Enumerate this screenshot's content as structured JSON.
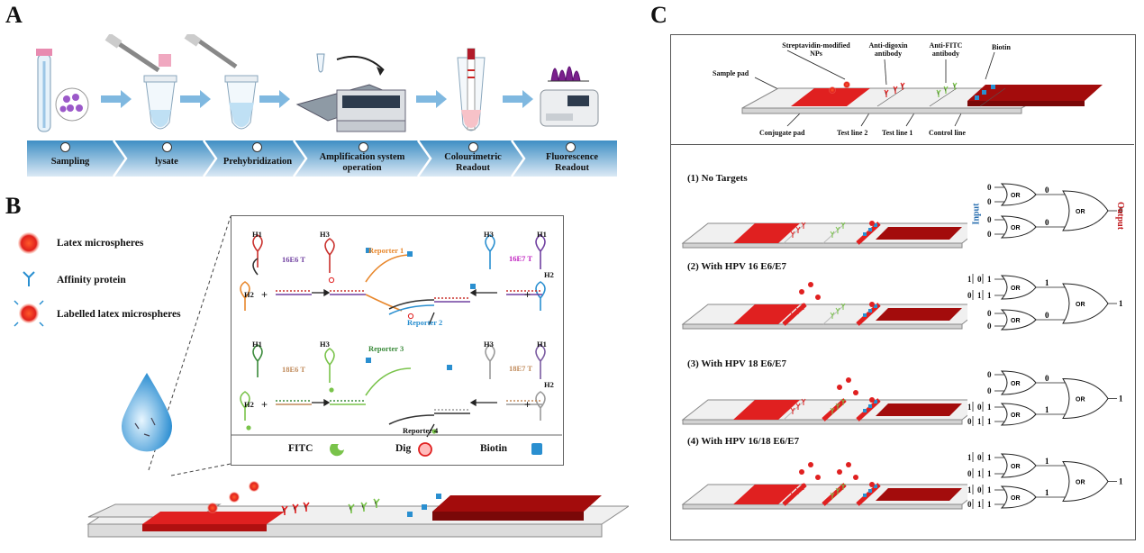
{
  "panel_labels": {
    "a": "A",
    "b": "B",
    "c": "C"
  },
  "panel_a": {
    "steps": [
      "Sampling",
      "lysate",
      "Prehybridization",
      "Amplification system operation",
      "Colourimetric Readout",
      "Fluorescence Readout"
    ],
    "colors": {
      "arrow": "#7fb8e0",
      "ribbon_dark": "#3f8fc4",
      "ribbon_light": "#dbe9f5"
    }
  },
  "panel_b": {
    "legend": {
      "latex": "Latex microspheres",
      "affinity": "Affinity protein",
      "labelled": "Labelled latex microspheres"
    },
    "hairpins": {
      "h1": "H1",
      "h2": "H2",
      "h3": "H3"
    },
    "targets": {
      "t16e6": "16E6 T",
      "t16e7": "16E7 T",
      "t18e6": "18E6 T",
      "t18e7": "18E7 T"
    },
    "reporters": {
      "r1": "Reporter 1",
      "r2": "Reporter 2",
      "r3": "Reporter 3",
      "r4": "Reporter 4"
    },
    "bottom_legend": {
      "fitc": "FITC",
      "dig": "Dig",
      "biotin": "Biotin"
    },
    "colors": {
      "red": "#e02020",
      "darkred": "#a30c0c",
      "green": "#79c34a",
      "blue": "#2a8fd0"
    }
  },
  "panel_c": {
    "strip_labels": {
      "np": "Streptavidin-modified NPs",
      "anti_dig": "Anti-digoxin antibody",
      "anti_fitc": "Anti-FITC antibody",
      "biotin": "Biotin",
      "sample_pad": "Sample pad",
      "conj_pad": "Conjugate pad",
      "test2": "Test line 2",
      "test1": "Test line 1",
      "control": "Control line"
    },
    "gate": "OR",
    "axis": {
      "input": "Input",
      "output": "Output"
    },
    "cases": [
      {
        "title": "(1) No Targets",
        "rows": [
          [
            "0"
          ],
          [
            "0"
          ],
          [
            "0"
          ],
          [
            "0"
          ]
        ],
        "mid": [
          "0",
          "0"
        ],
        "out": "0"
      },
      {
        "title": "(2) With HPV 16 E6/E7",
        "rows": [
          [
            "1",
            "0",
            "1"
          ],
          [
            "0",
            "1",
            "1"
          ],
          [
            "0"
          ],
          [
            "0"
          ]
        ],
        "mid": [
          "1",
          "0"
        ],
        "out": "1"
      },
      {
        "title": "(3) With HPV 18 E6/E7",
        "rows": [
          [
            "0"
          ],
          [
            "0"
          ],
          [
            "1",
            "0",
            "1"
          ],
          [
            "0",
            "1",
            "1"
          ]
        ],
        "mid": [
          "0",
          "1"
        ],
        "out": "1"
      },
      {
        "title": "(4)  With HPV 16/18 E6/E7",
        "rows": [
          [
            "1",
            "0",
            "1"
          ],
          [
            "0",
            "1",
            "1"
          ],
          [
            "1",
            "0",
            "1"
          ],
          [
            "0",
            "1",
            "1"
          ]
        ],
        "mid": [
          "1",
          "1"
        ],
        "out": "1"
      }
    ]
  }
}
